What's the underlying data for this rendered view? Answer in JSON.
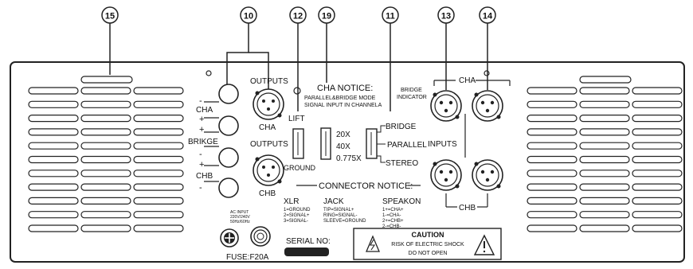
{
  "callouts": {
    "c15": "15",
    "c10": "10",
    "c12": "12",
    "c19": "19",
    "c11": "11",
    "c13": "13",
    "c14": "14"
  },
  "labels": {
    "outputs_top": "OUTPUTS",
    "cha": "CHA",
    "bridge_left": "BRIKGE",
    "chb": "CHB",
    "minus1": "-",
    "plus1": "+",
    "plus2": "+",
    "minus2": "-",
    "plus3": "+",
    "minus3": "-",
    "cha_under_xlr": "CHA",
    "outputs_mid": "OUTPUTS",
    "chb_under_xlr": "CHB",
    "lift": "LIFT",
    "ground": "GROUND",
    "cha_notice": "CHA NOTICE:",
    "notice_line1": "PARALLEL&BRIDGE MODE",
    "notice_line2": "SIGNAL INPUT IN CHANNELA",
    "gain_20x": "20X",
    "gain_40x": "40X",
    "gain_0775x": "0.775X",
    "mode_bridge": "BRIDGE",
    "mode_parallel": "PARALLEL",
    "mode_stereo": "STEREO",
    "bridge_indicator_1": "BRIDGE",
    "bridge_indicator_2": "INDICATOR",
    "inputs": "INPUTS",
    "cha_inputs": "CHA",
    "chb_inputs": "CHB",
    "connector_notice": "CONNECTOR NOTICE:",
    "xlr_title": "XLR",
    "xlr_1": "1=GROUND",
    "xlr_2": "2=SIGNAL+",
    "xlr_3": "3=SIGNAL-",
    "jack_title": "JACK",
    "jack_1": "TIP=SIGNAL+",
    "jack_2": "RING=SIGNAL-",
    "jack_3": "SLEEVE=GROUND",
    "speakon_title": "SPEAKON",
    "speakon_1": "1+=CHA+",
    "speakon_2": "1-=CHA-",
    "speakon_3": "2+=CHB+",
    "speakon_4": "2-=CHB-",
    "ac_1": "AC INPUT",
    "ac_2": "220V/240V",
    "ac_3": "50Hz/60Hz",
    "fuse": "FUSE:F20A",
    "serial": "SERIAL NO:",
    "caution": "CAUTION",
    "caution_1": "RISK OF ELECTRIC SHOCK",
    "caution_2": "DO NOT OPEN"
  }
}
